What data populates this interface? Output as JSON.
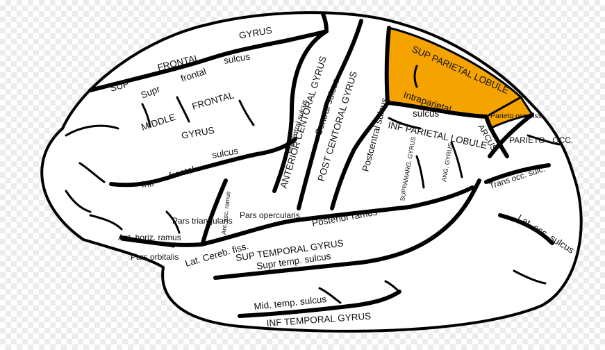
{
  "colors": {
    "highlight": "#f5a300",
    "outline": "#000000",
    "brain_fill": "#ffffff"
  },
  "labels": {
    "gyrus_top": "GYRUS",
    "sup": "SUP",
    "frontal_top": "FRONTAL",
    "sulcus_sfs": "sulcus",
    "supr": "Supr",
    "frontal_sfs": "frontal",
    "middle": "MIDDLE",
    "frontal_mid": "FRONTAL",
    "gyrus_mid": "GYRUS",
    "infr": "Infr",
    "frontal_ifs": "frontal",
    "sulcus_ifs": "sulcus",
    "pars_triangularis": "Pars triangularis",
    "ant_asc_ramus": "Ant. asc. ramus",
    "pars_opercularis": "Pars opercularis",
    "ant_horiz_ramus": "Ant. horiz. ramus",
    "pars_orbitalis": "Pars orbitalis",
    "precentral_sulcus": "Precentral sulcus",
    "anterior_central_gyrus": "ANTERIOR CENTORAL GYRUS",
    "central_sulcus": "Central sulcus",
    "post_central_gyrus": "POST CENTORAL GYRUS",
    "postcentral_sulcus": "Postcentral sulcus",
    "sup_parietal_lobule": "SUP PARIETAL LOBULE",
    "intraparietal": "Intraparietal",
    "intraparietal_sulcus": "sulcus",
    "inf_parietal_lobule": "INF PARIETAL LOBULE",
    "parieto_occ_fiss": "Parieto occ. fiss.",
    "arcus": "ARCUS",
    "parieto_occ": "PARIETO - OCC.",
    "trans_occ_sulc": "Trans occ. sulc.",
    "suppamarg_gyrus": "SUPPAMARG. GYRUS",
    "ang_gyrus": "ANG. GYRUS",
    "lat_cereb_fiss": "Lat. Cereb. fiss.",
    "posterior_ramus": "Posterior ramus",
    "sup_temporal_gyrus": "SUP TEMPORAL GYRUS",
    "supr_temp_sulcus": "Supr temp. sulcus",
    "lat_occ_sulcus": "Lat. occ. sulcus",
    "mid_temp_sulcus": "Mid. temp. sulcus",
    "inf_temporal_gyrus": "INF TEMPORAL GYRUS"
  }
}
